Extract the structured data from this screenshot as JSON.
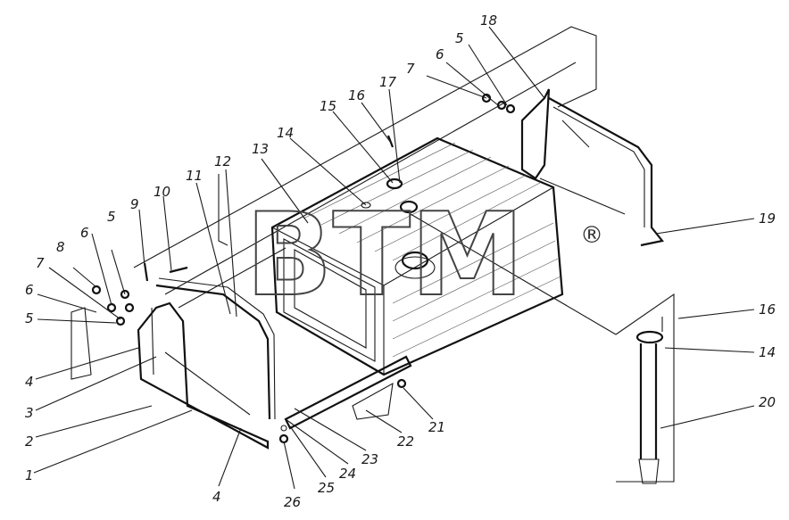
{
  "watermark": {
    "text": "BTM",
    "mark": "®"
  },
  "callouts": [
    "18",
    "5",
    "6",
    "7",
    "17",
    "16",
    "15",
    "14",
    "13",
    "12",
    "11",
    "10",
    "9",
    "8",
    "6",
    "5",
    "7",
    "6",
    "5",
    "4",
    "3",
    "2",
    "1",
    "4",
    "26",
    "25",
    "24",
    "23",
    "22",
    "21",
    "19",
    "16",
    "14",
    "20"
  ]
}
